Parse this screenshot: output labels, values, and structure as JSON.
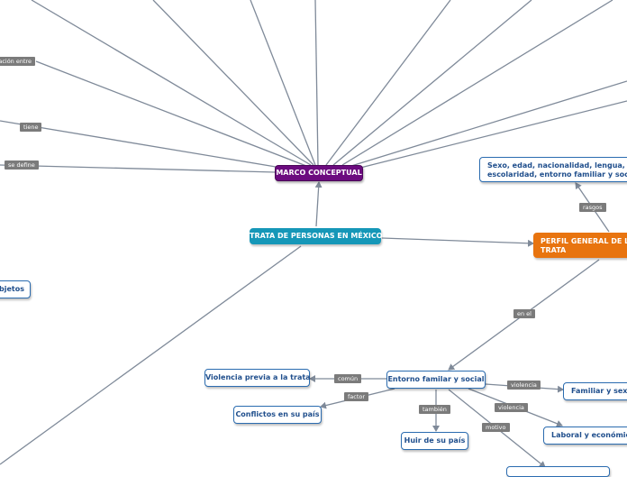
{
  "nodes": {
    "center": "TRATA DE PERSONAS EN MÉXICO",
    "marco": "MARCO CONCEPTUAL",
    "perfil": "PERFIL GENERAL DE LAS\nTRATA",
    "rasgos": "Sexo, edad, nacionalidad, lengua, grado\nescolaridad, entorno familiar y social",
    "entorno": "Entorno familar y social",
    "violencia_previa": "Violencia previa a la trata",
    "conflictos": "Conflictos en su país",
    "huir": "Huir de su país",
    "familiar": "Familiar y sexual",
    "laboral": "Laboral y económica",
    "objetos": "objetos"
  },
  "labels": {
    "relacion": "relación entre",
    "tiene": "tiene",
    "se_define": "se define",
    "rasgos": "rasgos",
    "en_el": "en el",
    "comun": "común",
    "factor": "factor",
    "tambien": "también",
    "violencia1": "violencia",
    "violencia2": "violencia",
    "motivo": "motivo"
  },
  "colors": {
    "center": "#1597b8",
    "marco": "#6c0b7f",
    "perfil": "#e8740f",
    "node_border": "#2b6cb0",
    "line": "#7f8a99",
    "label_bg": "#7b7b7b"
  }
}
